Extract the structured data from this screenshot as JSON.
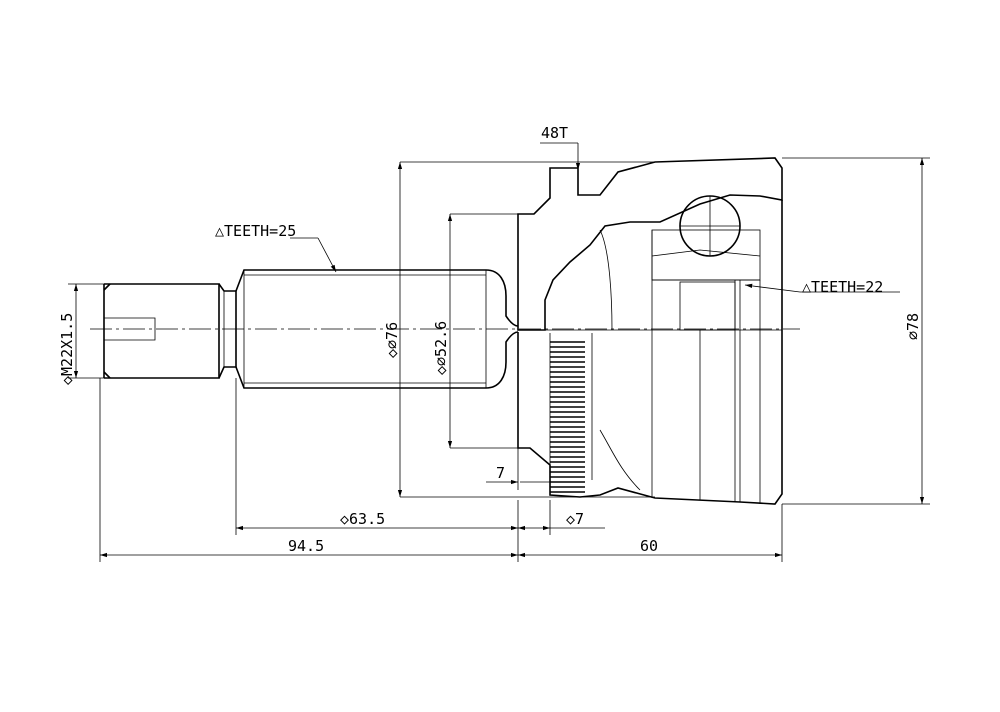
{
  "labels": {
    "spline_teeth_top": "48T",
    "shaft_teeth": "△TEETH=25",
    "inner_teeth": "△TEETH=22",
    "thread": "◇M22X1.5",
    "dia_76": "◇⌀76",
    "dia_52_6": "◇⌀52.6",
    "dia_78": "⌀78",
    "len_7_upper": "7",
    "len_63_5": "◇63.5",
    "len_7_lower": "◇7",
    "len_94_5": "94.5",
    "len_60": "60"
  }
}
